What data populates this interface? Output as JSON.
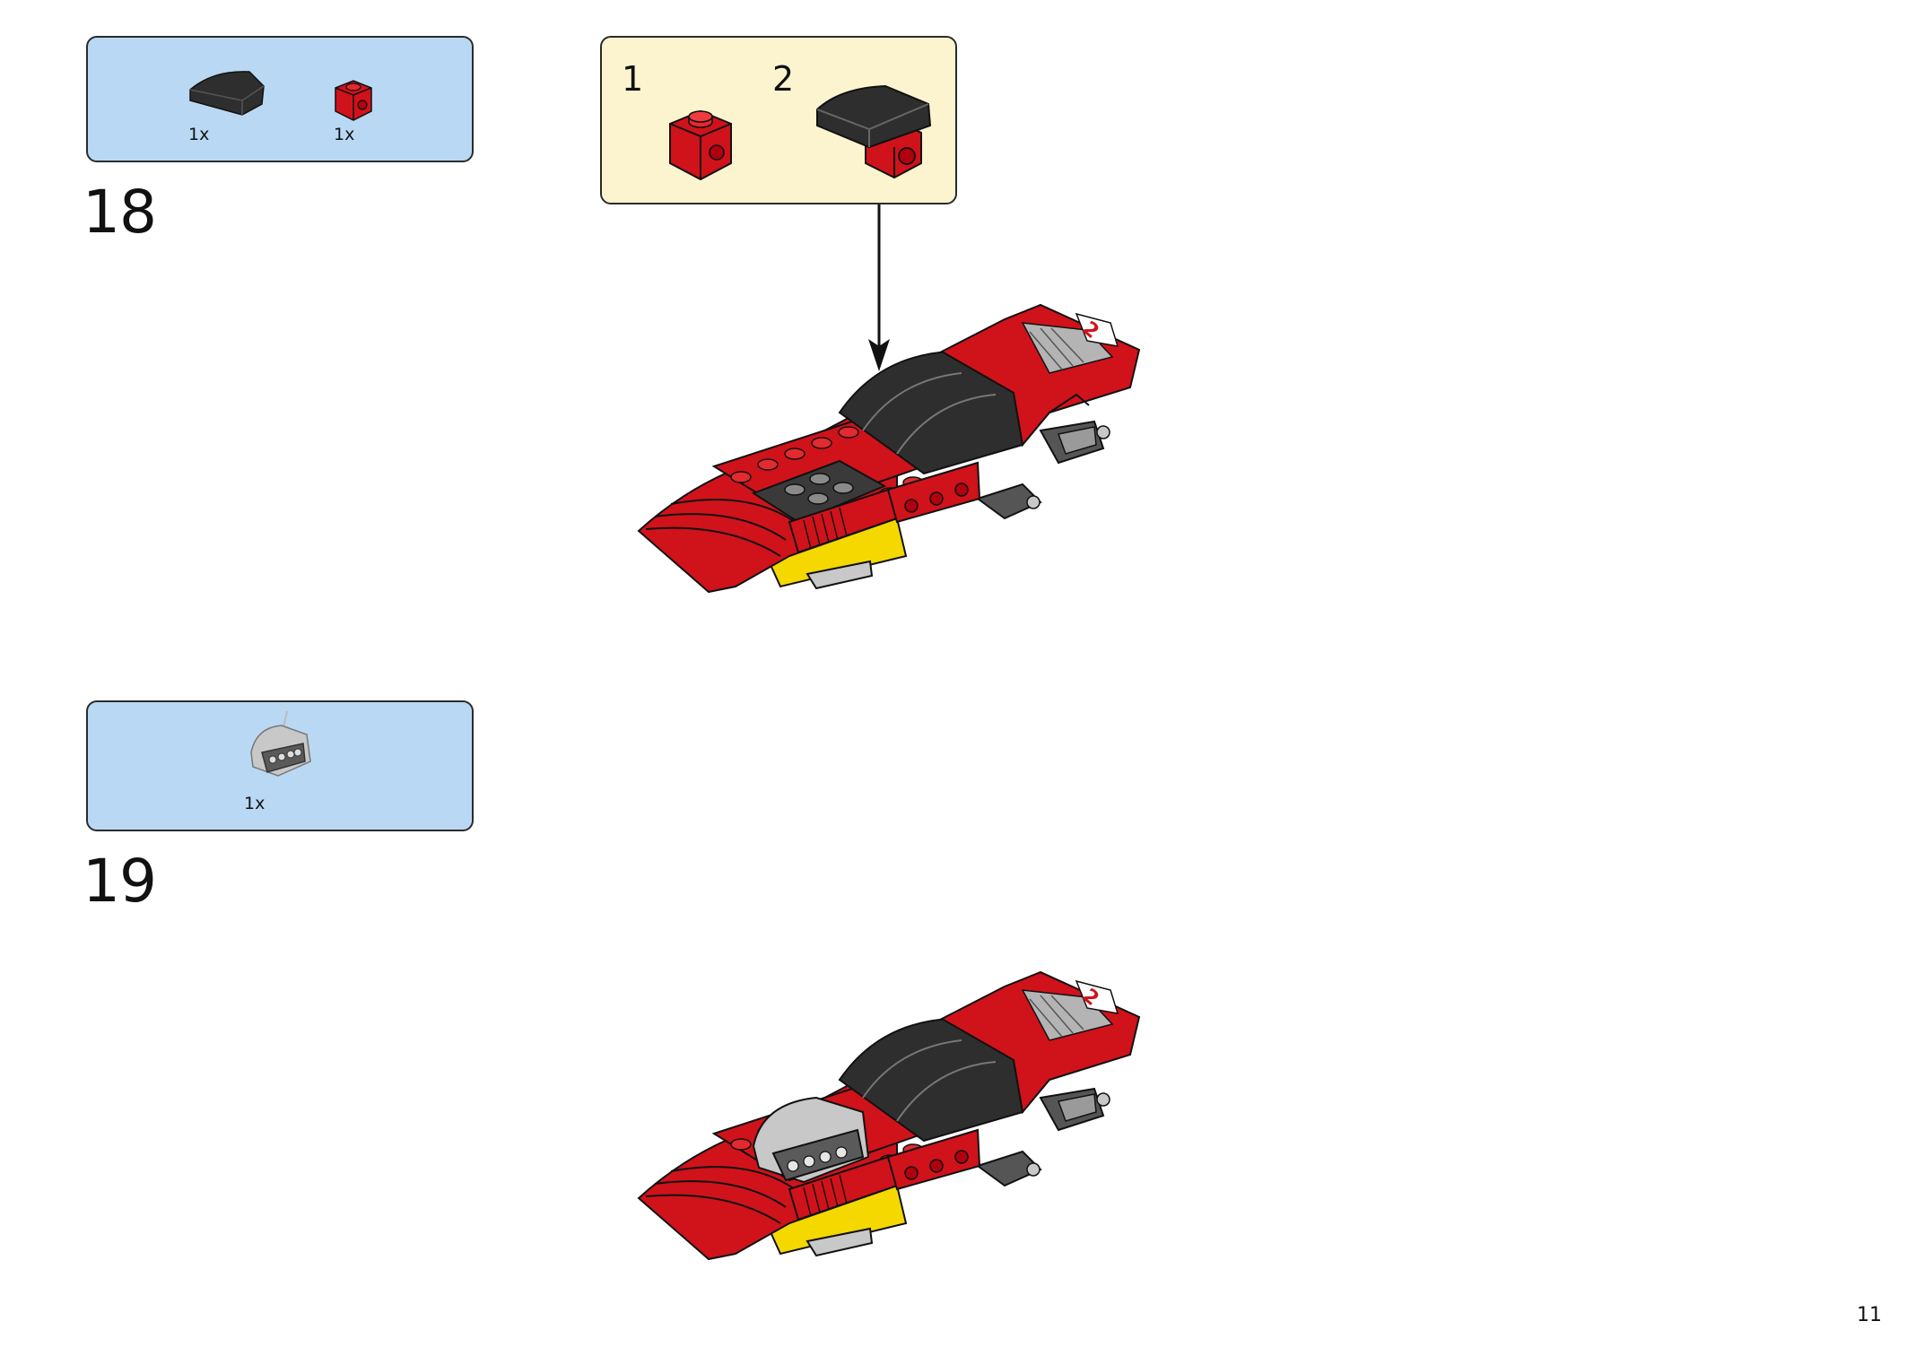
{
  "step18": {
    "number": "18",
    "parts": [
      {
        "icon": "black-curved-slope-brick-icon",
        "qty": "1x"
      },
      {
        "icon": "red-1x1-brick-with-stud-icon",
        "qty": "1x"
      }
    ],
    "subassembly": {
      "steps": [
        {
          "label": "1",
          "icon": "red-1x1-brick-with-stud-icon"
        },
        {
          "label": "2",
          "icon": "black-curved-slope-on-red-brick-icon"
        }
      ]
    }
  },
  "step19": {
    "number": "19",
    "parts": [
      {
        "icon": "silver-air-intake-scoop-icon",
        "qty": "1x"
      }
    ]
  },
  "page_number": "11",
  "colors": {
    "parts_bg": "#b9d8f3",
    "subassembly_bg": "#fcf4cf",
    "brick_red": "#d0121b",
    "brick_black": "#2e2e2e",
    "brick_yellow": "#f5d800",
    "brick_silver": "#c8c8c8"
  }
}
